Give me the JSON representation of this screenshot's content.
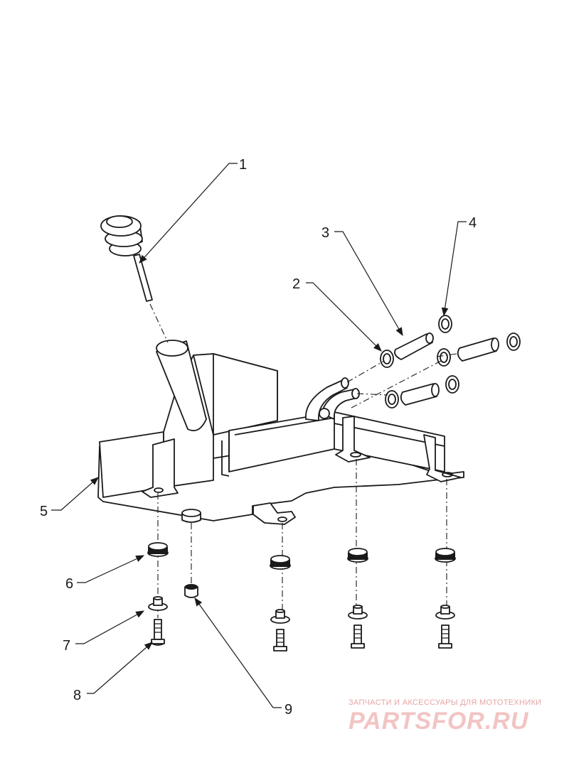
{
  "callouts": [
    {
      "id": "1",
      "label": "1"
    },
    {
      "id": "2",
      "label": "2"
    },
    {
      "id": "3",
      "label": "3"
    },
    {
      "id": "4",
      "label": "4"
    },
    {
      "id": "5",
      "label": "5"
    },
    {
      "id": "6",
      "label": "6"
    },
    {
      "id": "7",
      "label": "7"
    },
    {
      "id": "8",
      "label": "8"
    },
    {
      "id": "9",
      "label": "9"
    }
  ],
  "watermark": {
    "tagline": "ЗАПЧАСТИ И АКСЕССУАРЫ ДЛЯ МОТОТЕХНИКИ",
    "brand": "PARTSFOR.RU"
  },
  "colors": {
    "line": "#1a1a1a",
    "background": "#ffffff",
    "watermark_tagline": "#e6a4a4",
    "watermark_brand": "#f2c4c4"
  }
}
